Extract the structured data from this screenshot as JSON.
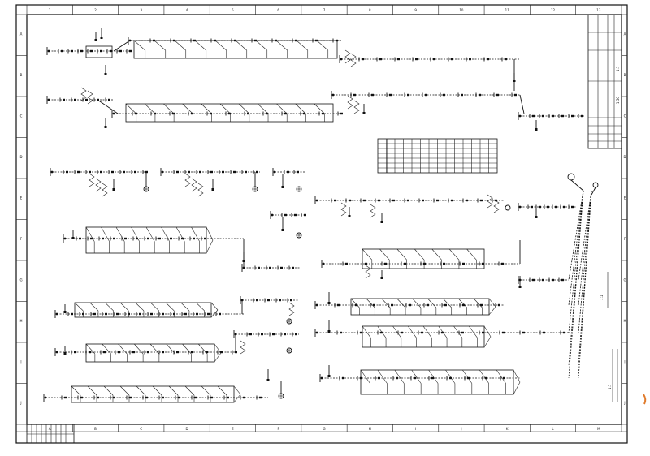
{
  "colors": {
    "ink": "#111111",
    "paper": "#ffffff",
    "accent": "#e07a2a"
  },
  "top_grid_labels": [
    "1",
    "2",
    "3",
    "4",
    "5",
    "6",
    "7",
    "8",
    "9",
    "10",
    "11",
    "12",
    "13"
  ],
  "bottom_grid_labels": [
    "A",
    "B",
    "C",
    "D",
    "E",
    "F",
    "G",
    "H",
    "I",
    "J",
    "K",
    "L",
    "M"
  ],
  "side_grid_labels": [
    "A",
    "B",
    "C",
    "D",
    "E",
    "F",
    "G",
    "H",
    "I",
    "J"
  ],
  "title_block": {
    "note_1": "1:1",
    "note_2": "1:50"
  },
  "legend_table": {
    "title": "",
    "rows": 7,
    "cols": 14
  },
  "side_notes": [
    "1:1",
    "1:1"
  ]
}
